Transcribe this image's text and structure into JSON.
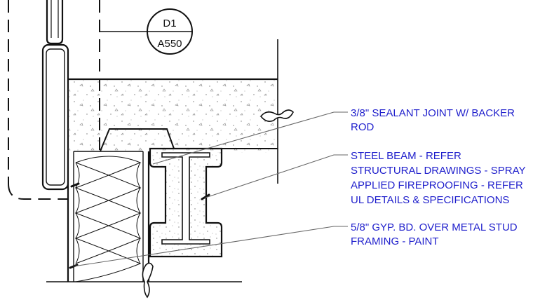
{
  "detail_tag": {
    "number": "D1",
    "sheet": "A550"
  },
  "notes": [
    {
      "lines": [
        "3/8\" SEALANT JOINT W/ BACKER",
        "ROD"
      ]
    },
    {
      "lines": [
        "STEEL BEAM - REFER",
        "STRUCTURAL DRAWINGS - SPRAY",
        "APPLIED FIREPROOFING - REFER",
        "UL DETAILS & SPECIFICATIONS"
      ]
    },
    {
      "lines": [
        "5/8\" GYP. BD. OVER METAL STUD",
        "FRAMING - PAINT"
      ]
    }
  ],
  "colors": {
    "linework": "#111111",
    "annotation": "#1f1fcc",
    "leader": "#555555"
  }
}
